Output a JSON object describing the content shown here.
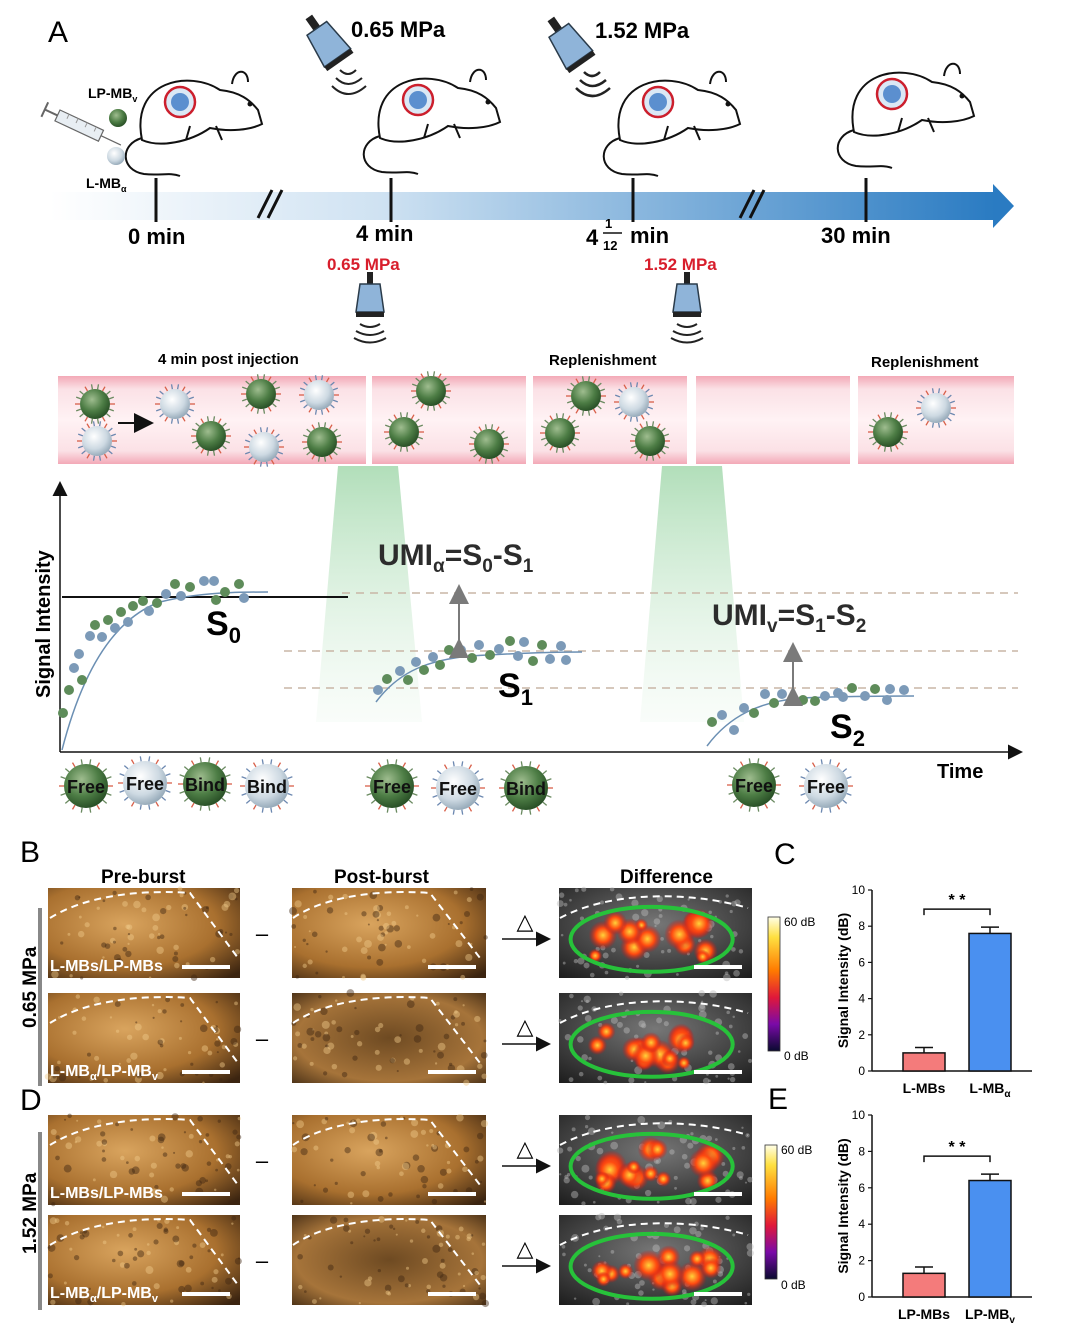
{
  "panels": {
    "a": "A",
    "b": "B",
    "c": "C",
    "d": "D",
    "e": "E"
  },
  "timeline": {
    "ticks": [
      "0 min",
      "4 min",
      "min",
      "30 min"
    ],
    "tick3_whole": "4",
    "tick3_num": "1",
    "tick3_den": "12",
    "pressure_low": "0.65 MPa",
    "pressure_high": "1.52 MPa",
    "pressure_low_red": "0.65 MPa",
    "pressure_high_red": "1.52 MPa",
    "inj_label_top": "LP-MB",
    "inj_label_top_sub": "v",
    "inj_label_bottom": "L-MB",
    "inj_label_bottom_sub": "α"
  },
  "vessel_labels": {
    "first": "4 min post injection",
    "second": "Replenishment",
    "third": "Replenishment"
  },
  "signal_plot": {
    "ylabel": "Signal Intensity",
    "xlabel": "Time",
    "s0": "S",
    "s0_sub": "0",
    "s1": "S",
    "s1_sub": "1",
    "s2": "S",
    "s2_sub": "2",
    "uma": "UMI",
    "uma_sub": "α",
    "uma_eq": "=S",
    "uma_eq_sub1": "0",
    "uma_minus": "-S",
    "uma_eq_sub2": "1",
    "umv": "UMI",
    "umv_sub": "v",
    "umv_eq": "=S",
    "umv_eq_sub1": "1",
    "umv_minus": "-S",
    "umv_eq_sub2": "2",
    "bubble_labels_1": [
      "Free",
      "Free",
      "Bind",
      "Bind"
    ],
    "bubble_labels_2": [
      "Free",
      "Free",
      "Bind"
    ],
    "bubble_labels_3": [
      "Free",
      "Free"
    ]
  },
  "images": {
    "col_pre": "Pre-burst",
    "col_post": "Post-burst",
    "col_diff": "Difference",
    "row_group_low": "0.65 MPa",
    "row_group_high": "1.52 MPa",
    "row_label_a": "L-MBs/LP-MBs",
    "row_label_b": "L-MB",
    "row_label_b_sub1": "α",
    "row_label_b_mid": "/LP-MB",
    "row_label_b_sub2": "v",
    "minus": "–",
    "delta": "△",
    "cbar_top": "60 dB",
    "cbar_bottom": "0 dB"
  },
  "chart_data": [
    {
      "type": "bar",
      "panel": "C",
      "categories": [
        "L-MBs",
        "L-MB"
      ],
      "category_subs": [
        "",
        "α"
      ],
      "values": [
        1.0,
        7.6
      ],
      "errors": [
        0.3,
        0.35
      ],
      "colors": [
        "#f47b7b",
        "#4a90f0"
      ],
      "ylabel": "Signal Intensity (dB)",
      "ylim": [
        0,
        10
      ],
      "yticks": [
        "0",
        "2",
        "4",
        "6",
        "8",
        "10"
      ],
      "significance": "* *"
    },
    {
      "type": "bar",
      "panel": "E",
      "categories": [
        "LP-MBs",
        "LP-MB"
      ],
      "category_subs": [
        "",
        "v"
      ],
      "values": [
        1.3,
        6.4
      ],
      "errors": [
        0.35,
        0.35
      ],
      "colors": [
        "#f47b7b",
        "#4a90f0"
      ],
      "ylabel": "Signal Intensity (dB)",
      "ylim": [
        0,
        10
      ],
      "yticks": [
        "0",
        "2",
        "4",
        "6",
        "8",
        "10"
      ],
      "significance": "* *"
    }
  ],
  "colors": {
    "green_bubble": "#3f6e3a",
    "grey_bubble": "#c5d3dc",
    "arrow_blue": "#2a7bc2",
    "red_text": "#d81e2c",
    "vessel_pink": "#f6c6cf",
    "bar_red": "#f47b7b",
    "bar_blue": "#4a90f0",
    "ellipse_green": "#27c23a"
  }
}
